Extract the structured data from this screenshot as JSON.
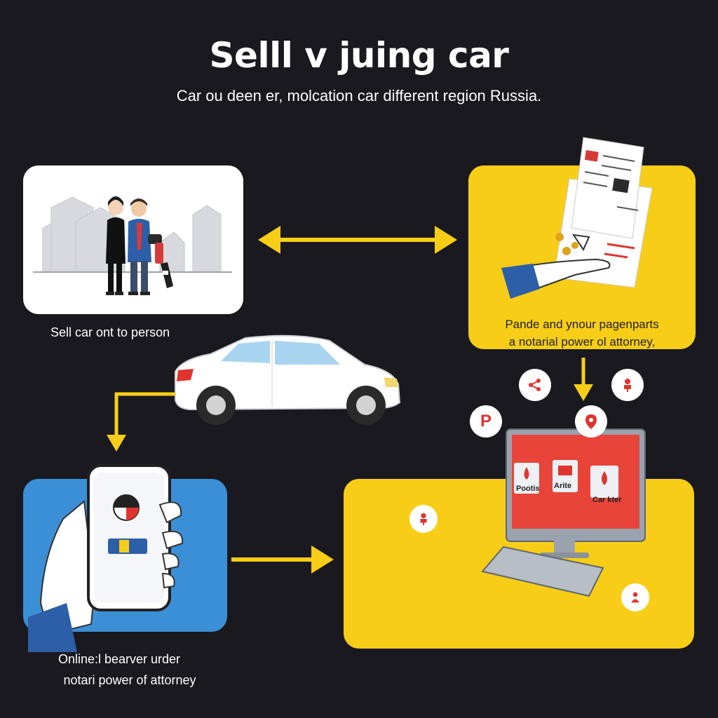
{
  "header": {
    "title": "Selll v juing car",
    "subtitle": "Car ou deen er, molcation car different region Russia."
  },
  "steps": {
    "person": {
      "caption": "Sell car ont to person"
    },
    "documents": {
      "line1": "Pande and ynour pagenparts",
      "line2": "a notarial power ol attorney,"
    },
    "online": {
      "line1": "Online:l bearver urder",
      "line2": "notari power of attorney"
    },
    "computer": {
      "screen_labels": [
        "Pootis",
        "Arite",
        "Car kter"
      ]
    }
  },
  "icons": {
    "share": "share-icon",
    "person_pin": "person-pin-icon",
    "pinterest": "P",
    "location": "location-pin-icon"
  },
  "colors": {
    "background": "#1a1920",
    "accent_yellow": "#f7cd17",
    "accent_blue": "#3b8fd6",
    "accent_red": "#e0342f"
  }
}
